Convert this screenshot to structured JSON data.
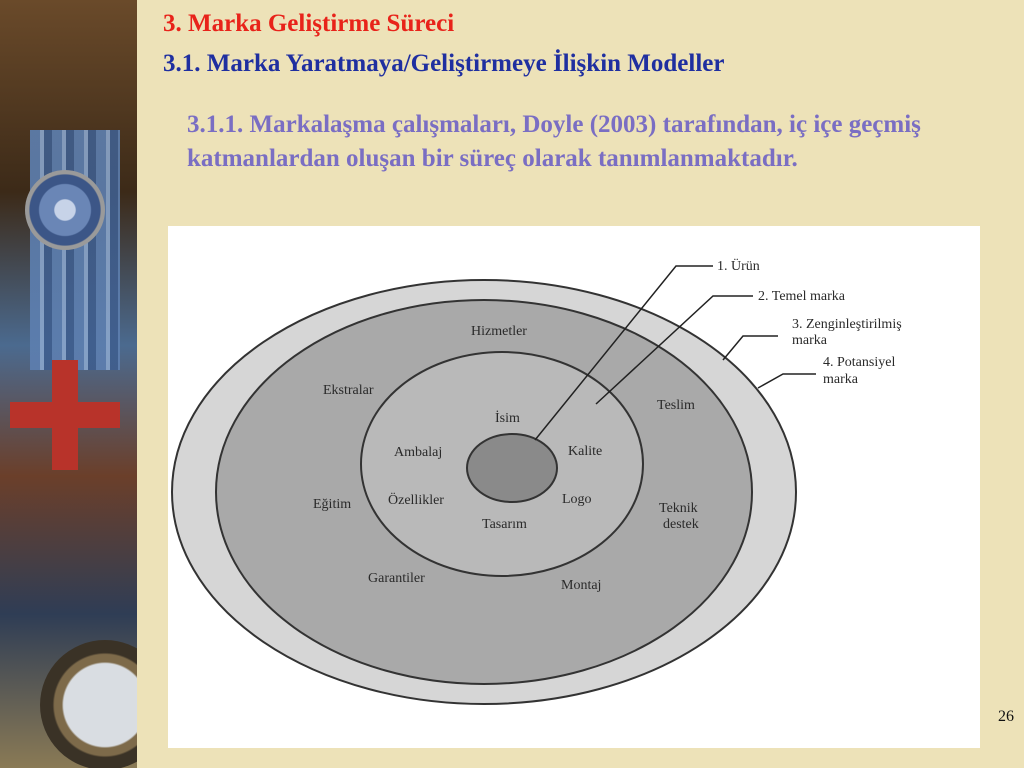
{
  "slide": {
    "title": "3. Marka Geliştirme Süreci",
    "subtitle": "3.1. Marka Yaratmaya/Geliştirmeye İlişkin Modeller",
    "body": "3.1.1. Markalaşma çalışmaları, Doyle (2003) tarafından, iç içe geçmiş katmanlardan oluşan bir süreç olarak tanımlanmaktadır.",
    "page_number": "26"
  },
  "diagram": {
    "callouts": {
      "urun": "1. Ürün",
      "temel": "2. Temel marka",
      "zengin_1": "3. Zenginleştirilmiş",
      "zengin_2": "marka",
      "potansiyel_1": "4. Potansiyel",
      "potansiyel_2": "marka"
    },
    "labels": {
      "hizmetler": "Hizmetler",
      "ekstralar": "Ekstralar",
      "teslim": "Teslim",
      "egitim": "Eğitim",
      "teknik_1": "Teknik",
      "teknik_2": "destek",
      "garantiler": "Garantiler",
      "montaj": "Montaj",
      "isim": "İsim",
      "ambalaj": "Ambalaj",
      "kalite": "Kalite",
      "ozellikler": "Özellikler",
      "logo": "Logo",
      "tasarim": "Tasarım"
    }
  }
}
